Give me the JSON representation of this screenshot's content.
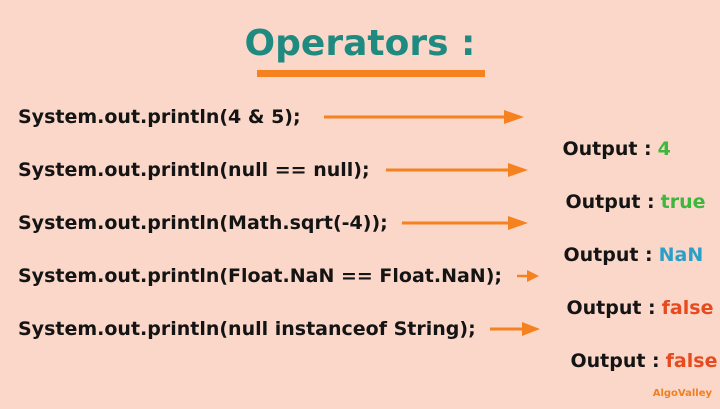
{
  "title": "Operators :",
  "output_label": "Output :",
  "rows": [
    {
      "code": "System.out.println(4 & 5);",
      "value": "4",
      "value_color": "#3cb83c"
    },
    {
      "code": "System.out.println(null == null);",
      "value": "true",
      "value_color": "#3cb83c"
    },
    {
      "code": "System.out.println(Math.sqrt(-4));",
      "value": "NaN",
      "value_color": "#2aa0c8"
    },
    {
      "code": "System.out.println(Float.NaN == Float.NaN);",
      "value": "false",
      "value_color": "#e64a1e"
    },
    {
      "code": "System.out.println(null instanceof String);",
      "value": "false",
      "value_color": "#e64a1e"
    }
  ],
  "arrow_color": "#f5811f",
  "brand": "AlgoValley"
}
